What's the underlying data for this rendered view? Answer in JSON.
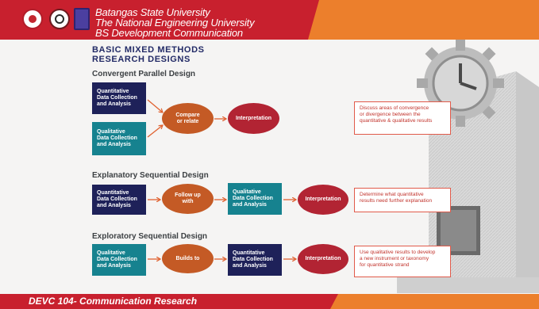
{
  "header": {
    "line1": "Batangas State University",
    "line2": "The National Engineering University",
    "line3": "BS Development Communication"
  },
  "slide": {
    "title_line1": "BASIC MIXED METHODS",
    "title_line2": "RESEARCH DESIGNS"
  },
  "designs": [
    {
      "name": "Convergent Parallel Design",
      "box_a": "Quantitative\nData Collection\nand Analysis",
      "box_b": "Qualitative\nData Collection\nand Analysis",
      "step": "Compare\nor relate",
      "result": "Interpretation",
      "note": "Discuss areas of convergence\nor divergence between  the\nquantitative & qualitative results"
    },
    {
      "name": "Explanatory Sequential Design",
      "box_a": "Quantitative\nData Collection\nand Analysis",
      "step": "Follow up\nwith",
      "box_b": "Qualitative\nData Collection\nand Analysis",
      "result": "Interpretation",
      "note": "Determine what quantitative\nresults need further explanation"
    },
    {
      "name": "Exploratory Sequential Design",
      "box_a": "Qualitative\nData Collection\nand Analysis",
      "step": "Builds to",
      "box_b": "Quantitative\nData Collection\nand Analysis",
      "result": "Interpretation",
      "note": "Use qualitative results to develop\na new instrument or taxonomy\nfor quantitative strand"
    }
  ],
  "footer": {
    "course": "DEVC 104- Communication Research"
  },
  "colors": {
    "header_red": "#c8202e",
    "accent_orange": "#ec7f2c",
    "navy": "#1e2159",
    "teal": "#16828f",
    "ellipse_orange": "#c45a25",
    "ellipse_red": "#b22433",
    "note_text": "#c2342d"
  }
}
